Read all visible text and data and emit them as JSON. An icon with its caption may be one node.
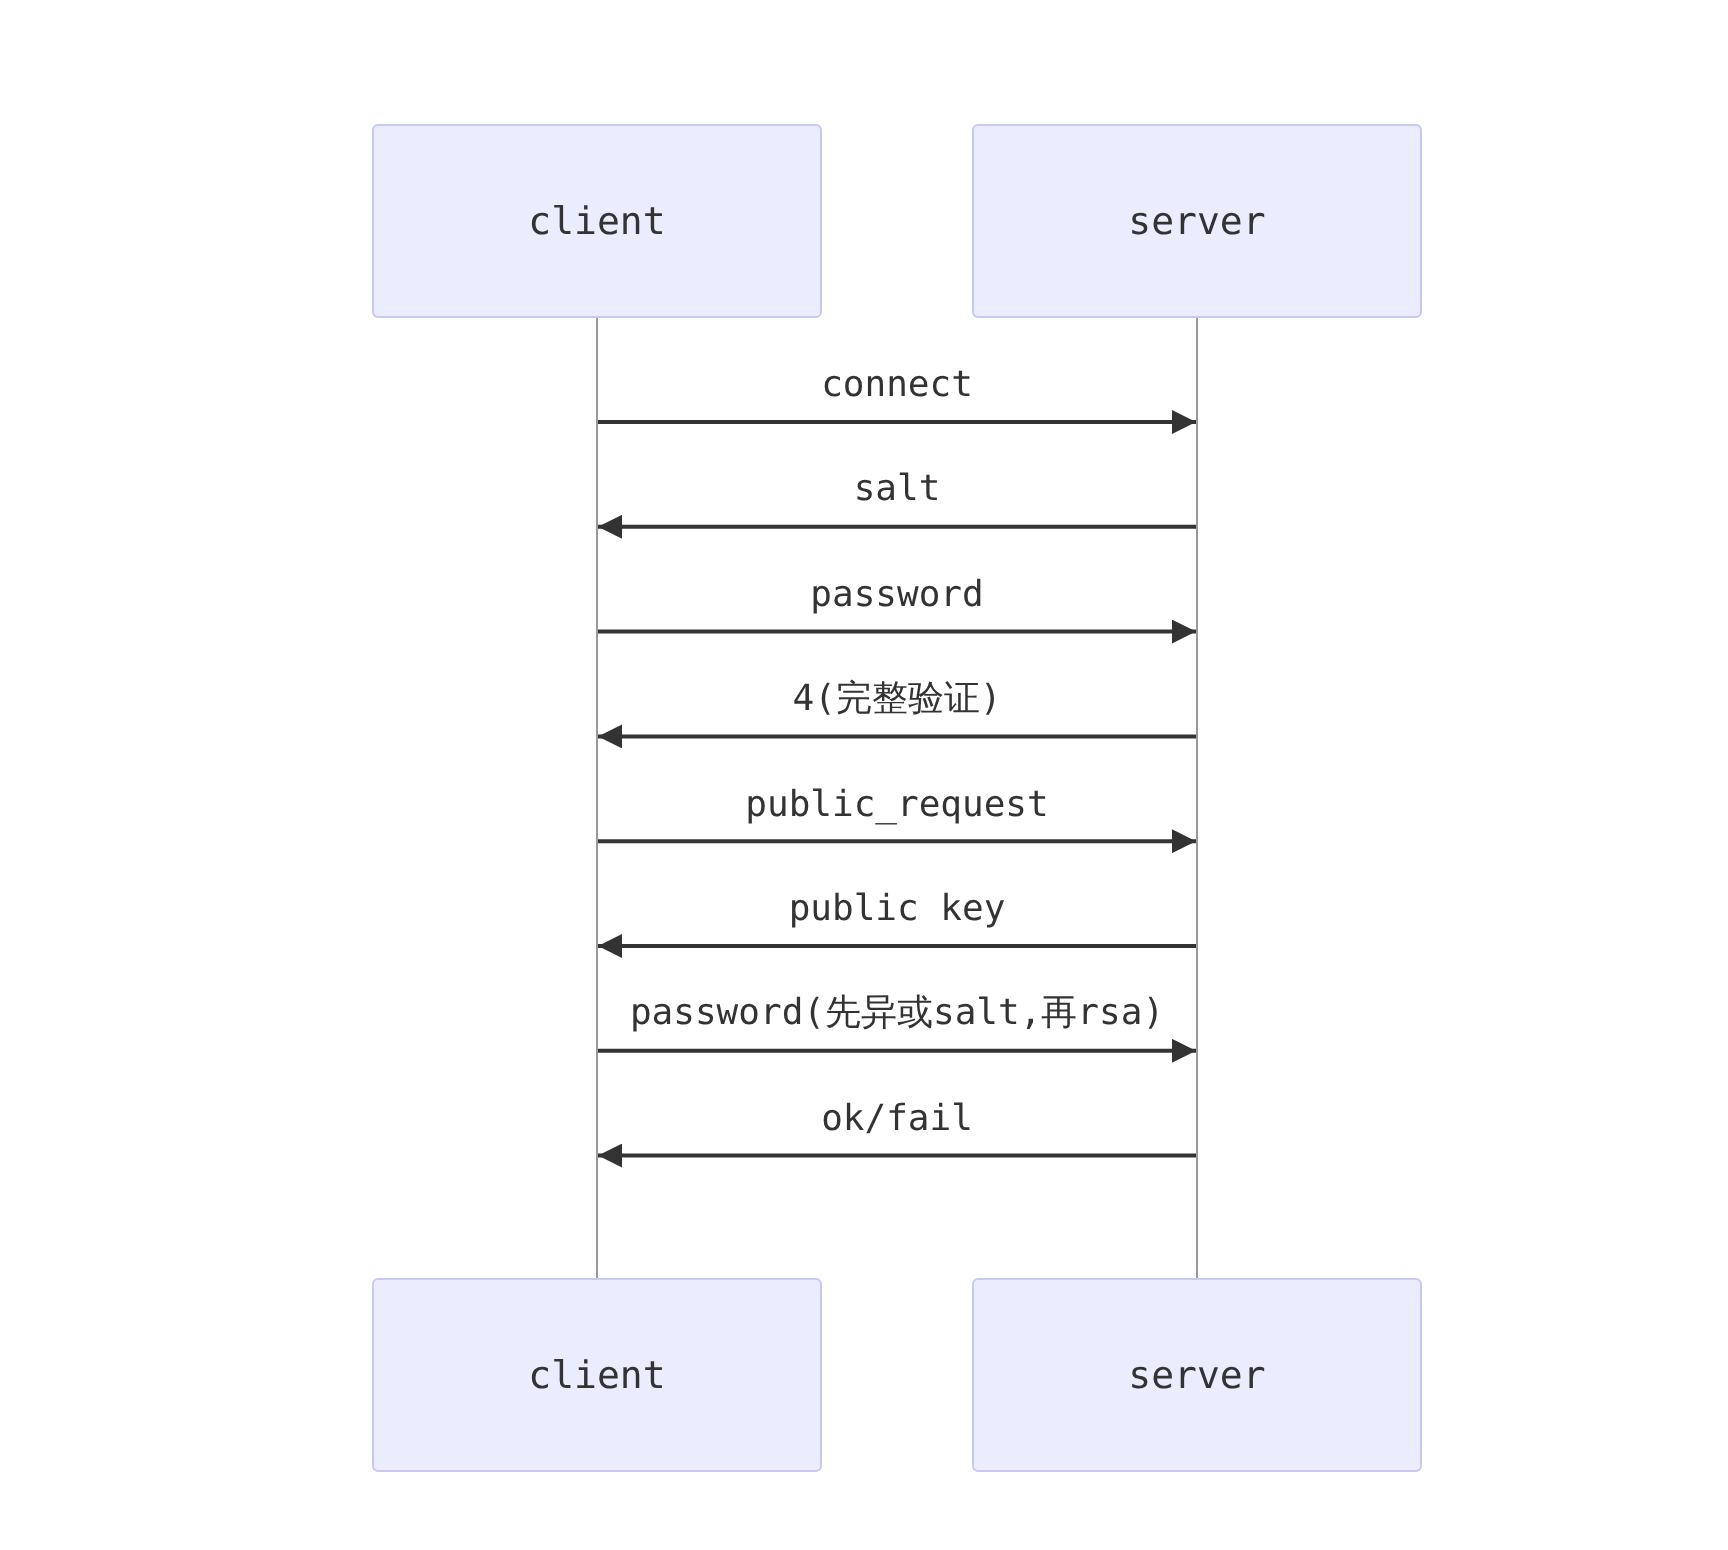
{
  "diagram": {
    "nodes": [
      {
        "text": [
          "client"
        ]
      },
      {
        "text": [
          "server"
        ]
      },
      {
        "text": [],
        "shape": "bar"
      },
      {
        "text": [],
        "shape": "bar"
      },
      {
        "text": [
          "client"
        ]
      },
      {
        "text": [
          "server"
        ]
      }
    ],
    "edges": [
      {
        "from": 2,
        "to": 3,
        "arrow": "to",
        "label": "connect"
      },
      {
        "from": 3,
        "to": 2,
        "arrow": "to",
        "label": "salt"
      },
      {
        "from": 2,
        "to": 3,
        "arrow": "to",
        "label": "password"
      },
      {
        "from": 3,
        "to": 2,
        "arrow": "to",
        "label": "4(完整验证)"
      },
      {
        "from": 2,
        "to": 3,
        "arrow": "to",
        "label": "public_request"
      },
      {
        "from": 3,
        "to": 2,
        "arrow": "to",
        "label": "public key"
      },
      {
        "from": 2,
        "to": 3,
        "arrow": "to",
        "label": "password(先异或salt,再rsa)"
      },
      {
        "from": 3,
        "to": 2,
        "arrow": "to",
        "label": "ok/fail"
      }
    ]
  }
}
